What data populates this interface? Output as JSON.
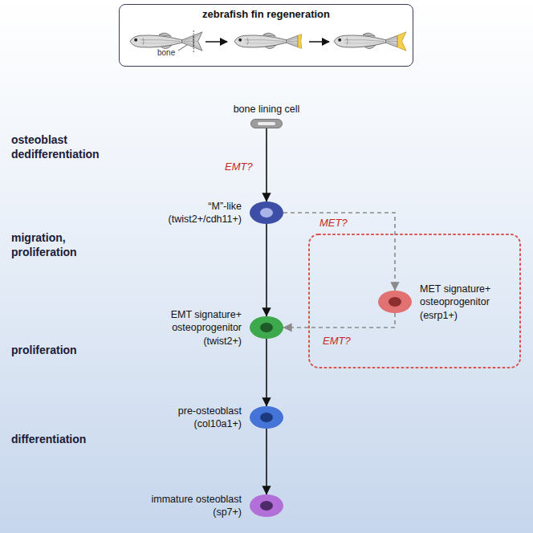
{
  "diagram": {
    "nodes": [
      {
        "text": [
          "zebrafish fin regeneration"
        ]
      },
      {
        "text": [
          "bone lining cell"
        ]
      },
      {
        "text": [
          "“M”-like (twist2+/cdh11+)"
        ]
      },
      {
        "text": [
          "MET signature+ osteoprogenitor (esrp1+)"
        ]
      },
      {
        "text": [
          "EMT signature+ osteoprogenitor (twist2+)"
        ]
      },
      {
        "text": [
          "pre-osteoblast (col10a1+)"
        ]
      },
      {
        "text": [
          "immature osteoblast (sp7+)"
        ]
      }
    ],
    "edges": [
      {
        "from": 1,
        "to": 2,
        "arrow": "to",
        "label": "EMT?"
      },
      {
        "from": 2,
        "to": 4,
        "arrow": "to"
      },
      {
        "from": 2,
        "to": 3,
        "arrow": "to",
        "label": "MET?"
      },
      {
        "from": 3,
        "to": 4,
        "arrow": "to",
        "label": "EMT?"
      },
      {
        "from": 4,
        "to": 5,
        "arrow": "to"
      },
      {
        "from": 5,
        "to": 6,
        "arrow": "to"
      }
    ],
    "labels": [
      "bone",
      "osteoblast dedifferentiation",
      "migration, proliferation",
      "proliferation",
      "differentiation"
    ]
  }
}
